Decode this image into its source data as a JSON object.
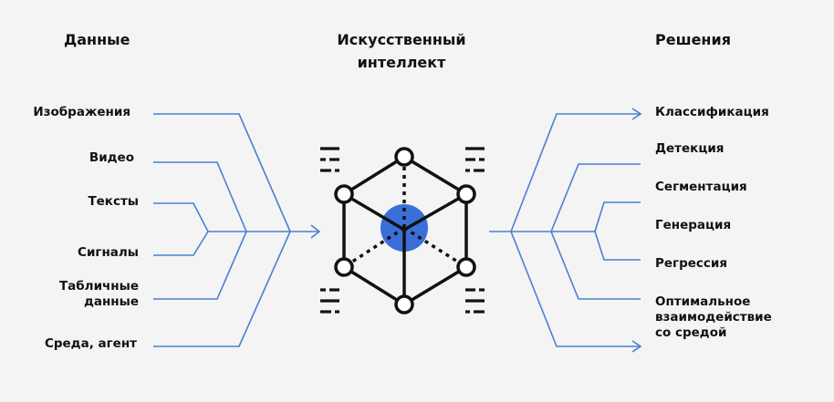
{
  "headings": {
    "data": "Данные",
    "ai_line1": "Искусственный",
    "ai_line2": "интеллект",
    "solutions": "Решения"
  },
  "inputs": [
    {
      "label": "Изображения"
    },
    {
      "label": "Видео"
    },
    {
      "label": "Тексты"
    },
    {
      "label": "Сигналы"
    },
    {
      "label_line1": "Табличные",
      "label_line2": "данные"
    },
    {
      "label": "Среда, агент"
    }
  ],
  "outputs": [
    {
      "label": "Классификация"
    },
    {
      "label": "Детекция"
    },
    {
      "label": "Сегментация"
    },
    {
      "label": "Генерация"
    },
    {
      "label": "Регрессия"
    },
    {
      "label_line1": "Оптимальное",
      "label_line2": "взаимодействие",
      "label_line3": "со средой"
    }
  ],
  "colors": {
    "connector": "#4a7fd1",
    "accent": "#3a6fd8",
    "ink": "#111111",
    "background": "#f4f4f4"
  },
  "icons": {
    "center": "cube-network-icon",
    "decor": "dash-pattern-icon"
  }
}
